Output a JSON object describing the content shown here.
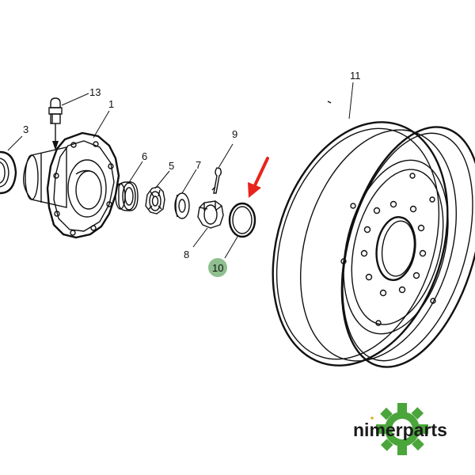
{
  "diagram": {
    "part_numbers": [
      "1",
      "3",
      "5",
      "6",
      "7",
      "8",
      "9",
      "10",
      "11",
      "13"
    ],
    "highlighted_part": "10"
  },
  "watermark": {
    "brand": "nimerparts"
  },
  "colors": {
    "line": "#111111",
    "highlight_marker": "#8fbf8f",
    "arrow": "#e8241c",
    "gear": "#4aa53a"
  },
  "icons": {
    "pointer": "red-arrow-icon",
    "logo": "gear-icon"
  }
}
